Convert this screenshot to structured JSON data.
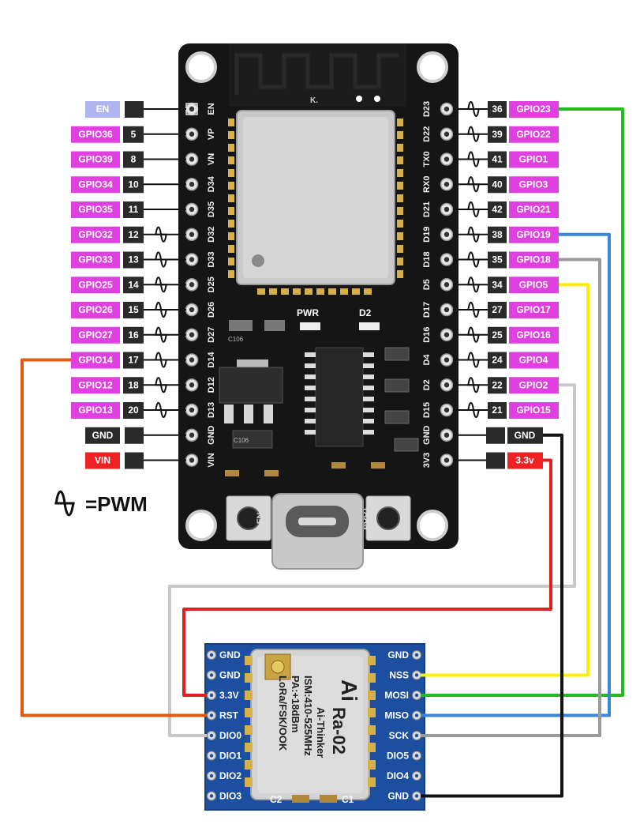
{
  "esp32": {
    "silk_top": "K.",
    "silk_pwr": "PWR",
    "silk_d2": "D2",
    "silk_en_button": "EN",
    "silk_boot_button": "BOOT",
    "silk_left": [
      "EN",
      "VP",
      "VN",
      "D34",
      "D35",
      "D32",
      "D33",
      "D25",
      "D26",
      "D27",
      "D14",
      "D12",
      "D13",
      "GND",
      "VIN"
    ],
    "silk_right": [
      "D23",
      "D22",
      "TX0",
      "RX0",
      "D21",
      "D19",
      "D18",
      "D5",
      "D17",
      "D16",
      "D4",
      "D2",
      "D15",
      "GND",
      "3V3"
    ],
    "chip_marks": [
      "C106",
      "C106"
    ]
  },
  "left_pins": [
    {
      "name": "EN",
      "num": "",
      "pwm": false,
      "color": "#b0b4f0",
      "text_color": "#ffffff"
    },
    {
      "name": "GPIO36",
      "num": "5",
      "pwm": false,
      "color": "#e040e0",
      "text_color": "#ffffff"
    },
    {
      "name": "GPIO39",
      "num": "8",
      "pwm": false,
      "color": "#e040e0",
      "text_color": "#ffffff"
    },
    {
      "name": "GPIO34",
      "num": "10",
      "pwm": false,
      "color": "#e040e0",
      "text_color": "#ffffff"
    },
    {
      "name": "GPIO35",
      "num": "11",
      "pwm": false,
      "color": "#e040e0",
      "text_color": "#ffffff"
    },
    {
      "name": "GPIO32",
      "num": "12",
      "pwm": true,
      "color": "#e040e0",
      "text_color": "#ffffff"
    },
    {
      "name": "GPIO33",
      "num": "13",
      "pwm": true,
      "color": "#e040e0",
      "text_color": "#ffffff"
    },
    {
      "name": "GPIO25",
      "num": "14",
      "pwm": true,
      "color": "#e040e0",
      "text_color": "#ffffff"
    },
    {
      "name": "GPIO26",
      "num": "15",
      "pwm": true,
      "color": "#e040e0",
      "text_color": "#ffffff"
    },
    {
      "name": "GPIO27",
      "num": "16",
      "pwm": true,
      "color": "#e040e0",
      "text_color": "#ffffff"
    },
    {
      "name": "GPIO14",
      "num": "17",
      "pwm": true,
      "color": "#e040e0",
      "text_color": "#ffffff"
    },
    {
      "name": "GPIO12",
      "num": "18",
      "pwm": true,
      "color": "#e040e0",
      "text_color": "#ffffff"
    },
    {
      "name": "GPIO13",
      "num": "20",
      "pwm": true,
      "color": "#e040e0",
      "text_color": "#ffffff"
    },
    {
      "name": "GND",
      "num": "",
      "pwm": false,
      "color": "#2a2a2a",
      "text_color": "#ffffff"
    },
    {
      "name": "VIN",
      "num": "",
      "pwm": false,
      "color": "#ee2222",
      "text_color": "#ffffff"
    }
  ],
  "right_pins": [
    {
      "name": "GPIO23",
      "num": "36",
      "pwm": true,
      "color": "#e040e0",
      "text_color": "#ffffff"
    },
    {
      "name": "GPIO22",
      "num": "39",
      "pwm": true,
      "color": "#e040e0",
      "text_color": "#ffffff"
    },
    {
      "name": "GPIO1",
      "num": "41",
      "pwm": true,
      "color": "#e040e0",
      "text_color": "#ffffff"
    },
    {
      "name": "GPIO3",
      "num": "40",
      "pwm": true,
      "color": "#e040e0",
      "text_color": "#ffffff"
    },
    {
      "name": "GPIO21",
      "num": "42",
      "pwm": true,
      "color": "#e040e0",
      "text_color": "#ffffff"
    },
    {
      "name": "GPIO19",
      "num": "38",
      "pwm": true,
      "color": "#e040e0",
      "text_color": "#ffffff"
    },
    {
      "name": "GPIO18",
      "num": "35",
      "pwm": true,
      "color": "#e040e0",
      "text_color": "#ffffff"
    },
    {
      "name": "GPIO5",
      "num": "34",
      "pwm": true,
      "color": "#e040e0",
      "text_color": "#ffffff"
    },
    {
      "name": "GPIO17",
      "num": "27",
      "pwm": true,
      "color": "#e040e0",
      "text_color": "#ffffff"
    },
    {
      "name": "GPIO16",
      "num": "25",
      "pwm": true,
      "color": "#e040e0",
      "text_color": "#ffffff"
    },
    {
      "name": "GPIO4",
      "num": "24",
      "pwm": true,
      "color": "#e040e0",
      "text_color": "#ffffff"
    },
    {
      "name": "GPIO2",
      "num": "22",
      "pwm": true,
      "color": "#e040e0",
      "text_color": "#ffffff"
    },
    {
      "name": "GPIO15",
      "num": "21",
      "pwm": true,
      "color": "#e040e0",
      "text_color": "#ffffff"
    },
    {
      "name": "GND",
      "num": "",
      "pwm": false,
      "color": "#2a2a2a",
      "text_color": "#ffffff"
    },
    {
      "name": "3.3v",
      "num": "",
      "pwm": false,
      "color": "#ee2222",
      "text_color": "#ffffff"
    }
  ],
  "legend": {
    "text": "=PWM",
    "icon": "pwm-wave-icon"
  },
  "lora": {
    "chip_lines": [
      "Ra-02",
      "Ai-Thinker",
      "ISM:410-525MHz",
      "PA:+18dBm",
      "LoRa/FSK/OOK"
    ],
    "logo": "Ai",
    "c1": "C1",
    "c2": "C2",
    "left_pins": [
      "GND",
      "GND",
      "3.3V",
      "RST",
      "DIO0",
      "DIO1",
      "DIO2",
      "DIO3"
    ],
    "right_pins": [
      "GND",
      "NSS",
      "MOSI",
      "MISO",
      "SCK",
      "DIO5",
      "DIO4",
      "GND"
    ]
  },
  "wires": [
    {
      "from": "GPIO23",
      "to": "MOSI",
      "color": "#22bb22"
    },
    {
      "from": "GPIO19",
      "to": "MISO",
      "color": "#3a86d8"
    },
    {
      "from": "GPIO18",
      "to": "SCK",
      "color": "#9a9a9a"
    },
    {
      "from": "GPIO5",
      "to": "NSS",
      "color": "#ffee00"
    },
    {
      "from": "GPIO2",
      "to": "DIO0",
      "color": "#c8c8c8"
    },
    {
      "from": "GND",
      "to": "GND",
      "color": "#111111"
    },
    {
      "from": "3.3v",
      "to": "3.3V",
      "color": "#e02020"
    },
    {
      "from": "GPIO14",
      "to": "RST",
      "color": "#e05a10"
    }
  ]
}
